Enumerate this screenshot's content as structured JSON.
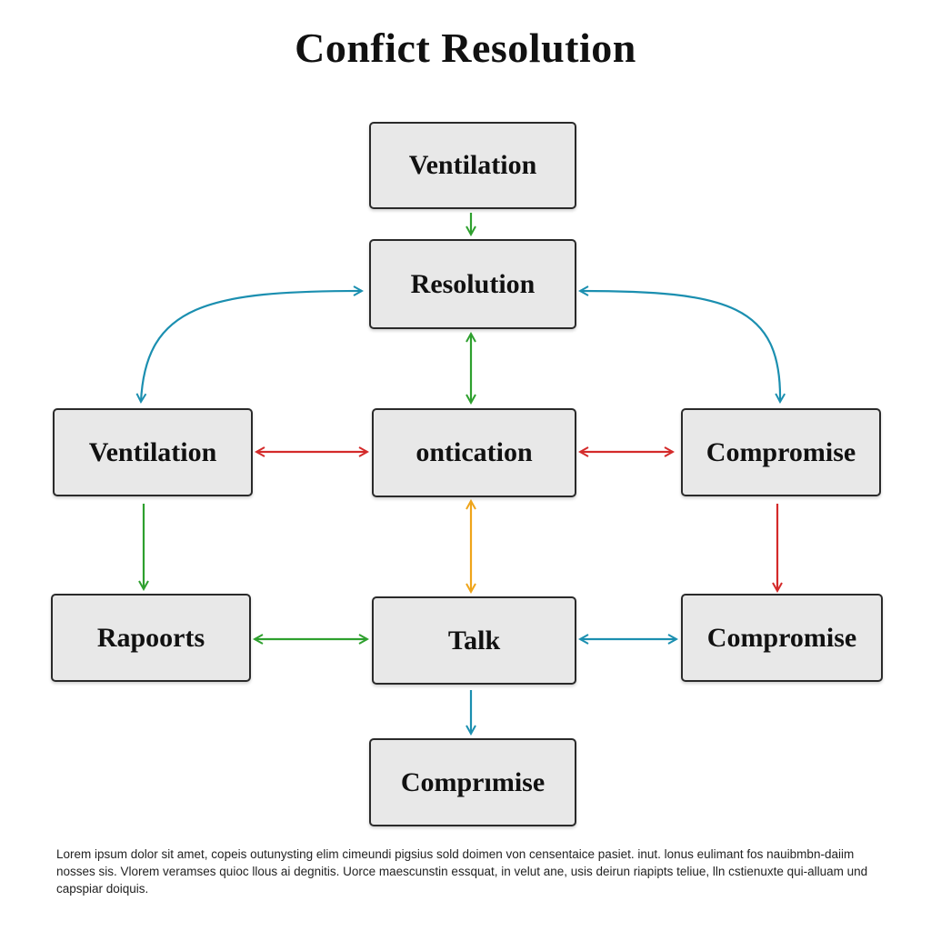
{
  "title": "Confict Resolution",
  "nodes": {
    "top": "Ventilation",
    "resolution": "Resolution",
    "left_mid": "Ventilation",
    "center_mid": "ontication",
    "right_mid": "Compromise",
    "left_low": "Rapoorts",
    "center_low": "Talk",
    "right_low": "Compromise",
    "bottom": "Comprımise"
  },
  "caption": "Lorem ipsum dolor sit amet, copeis outunysting elim cimeundi pigsius sold doimen von censentaice pasiet. inut. lonus eulimant fos nauibmbn-daiim nosses sis. Vlorem veramses quioc llous ai degnitis. Uorce maescunstin essquat, in velut ane, usis deirun riapipts teliue, lln cstienuxte qui-alluam und capspiar doiquis.",
  "colors": {
    "blue": "#1b8fb0",
    "green": "#2ea02e",
    "red": "#d42a2a",
    "orange": "#efa51a"
  }
}
